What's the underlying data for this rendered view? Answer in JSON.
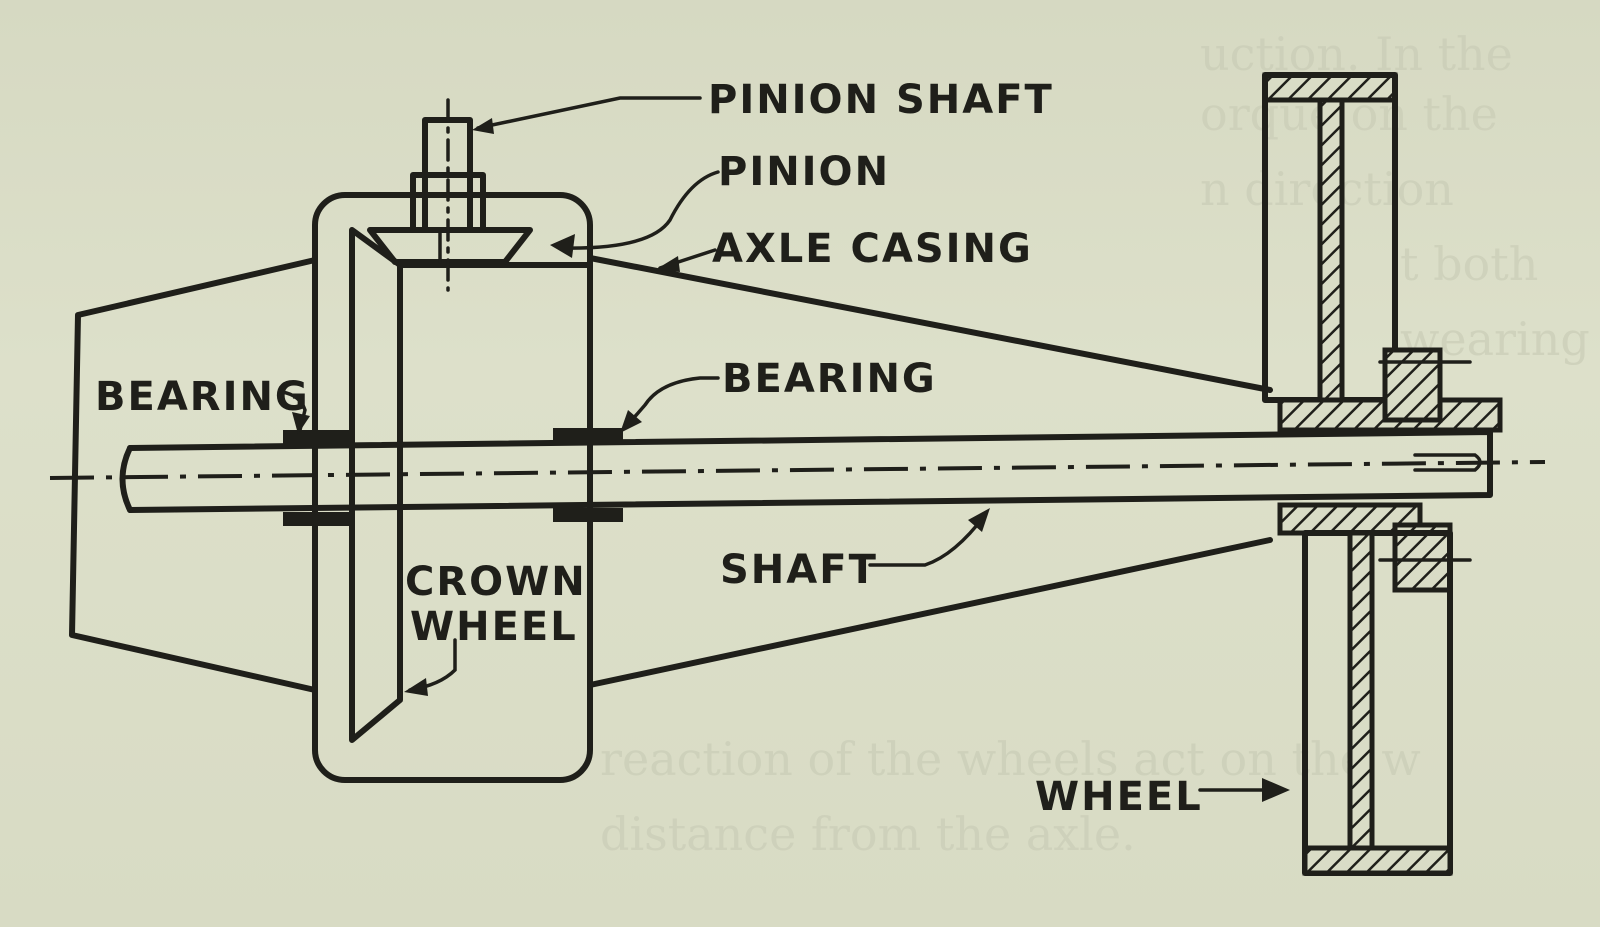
{
  "labels": {
    "pinion_shaft": "PINION SHAFT",
    "pinion": "PINION",
    "axle_casing": "AXLE CASING",
    "bearing_left": "BEARING",
    "bearing_right": "BEARING",
    "crown_wheel_line1": "CROWN",
    "crown_wheel_line2": "WHEEL",
    "shaft": "SHAFT",
    "wheel": "WHEEL"
  },
  "colors": {
    "ink": "#1f1f1a",
    "paper": "#d9dcc6"
  }
}
